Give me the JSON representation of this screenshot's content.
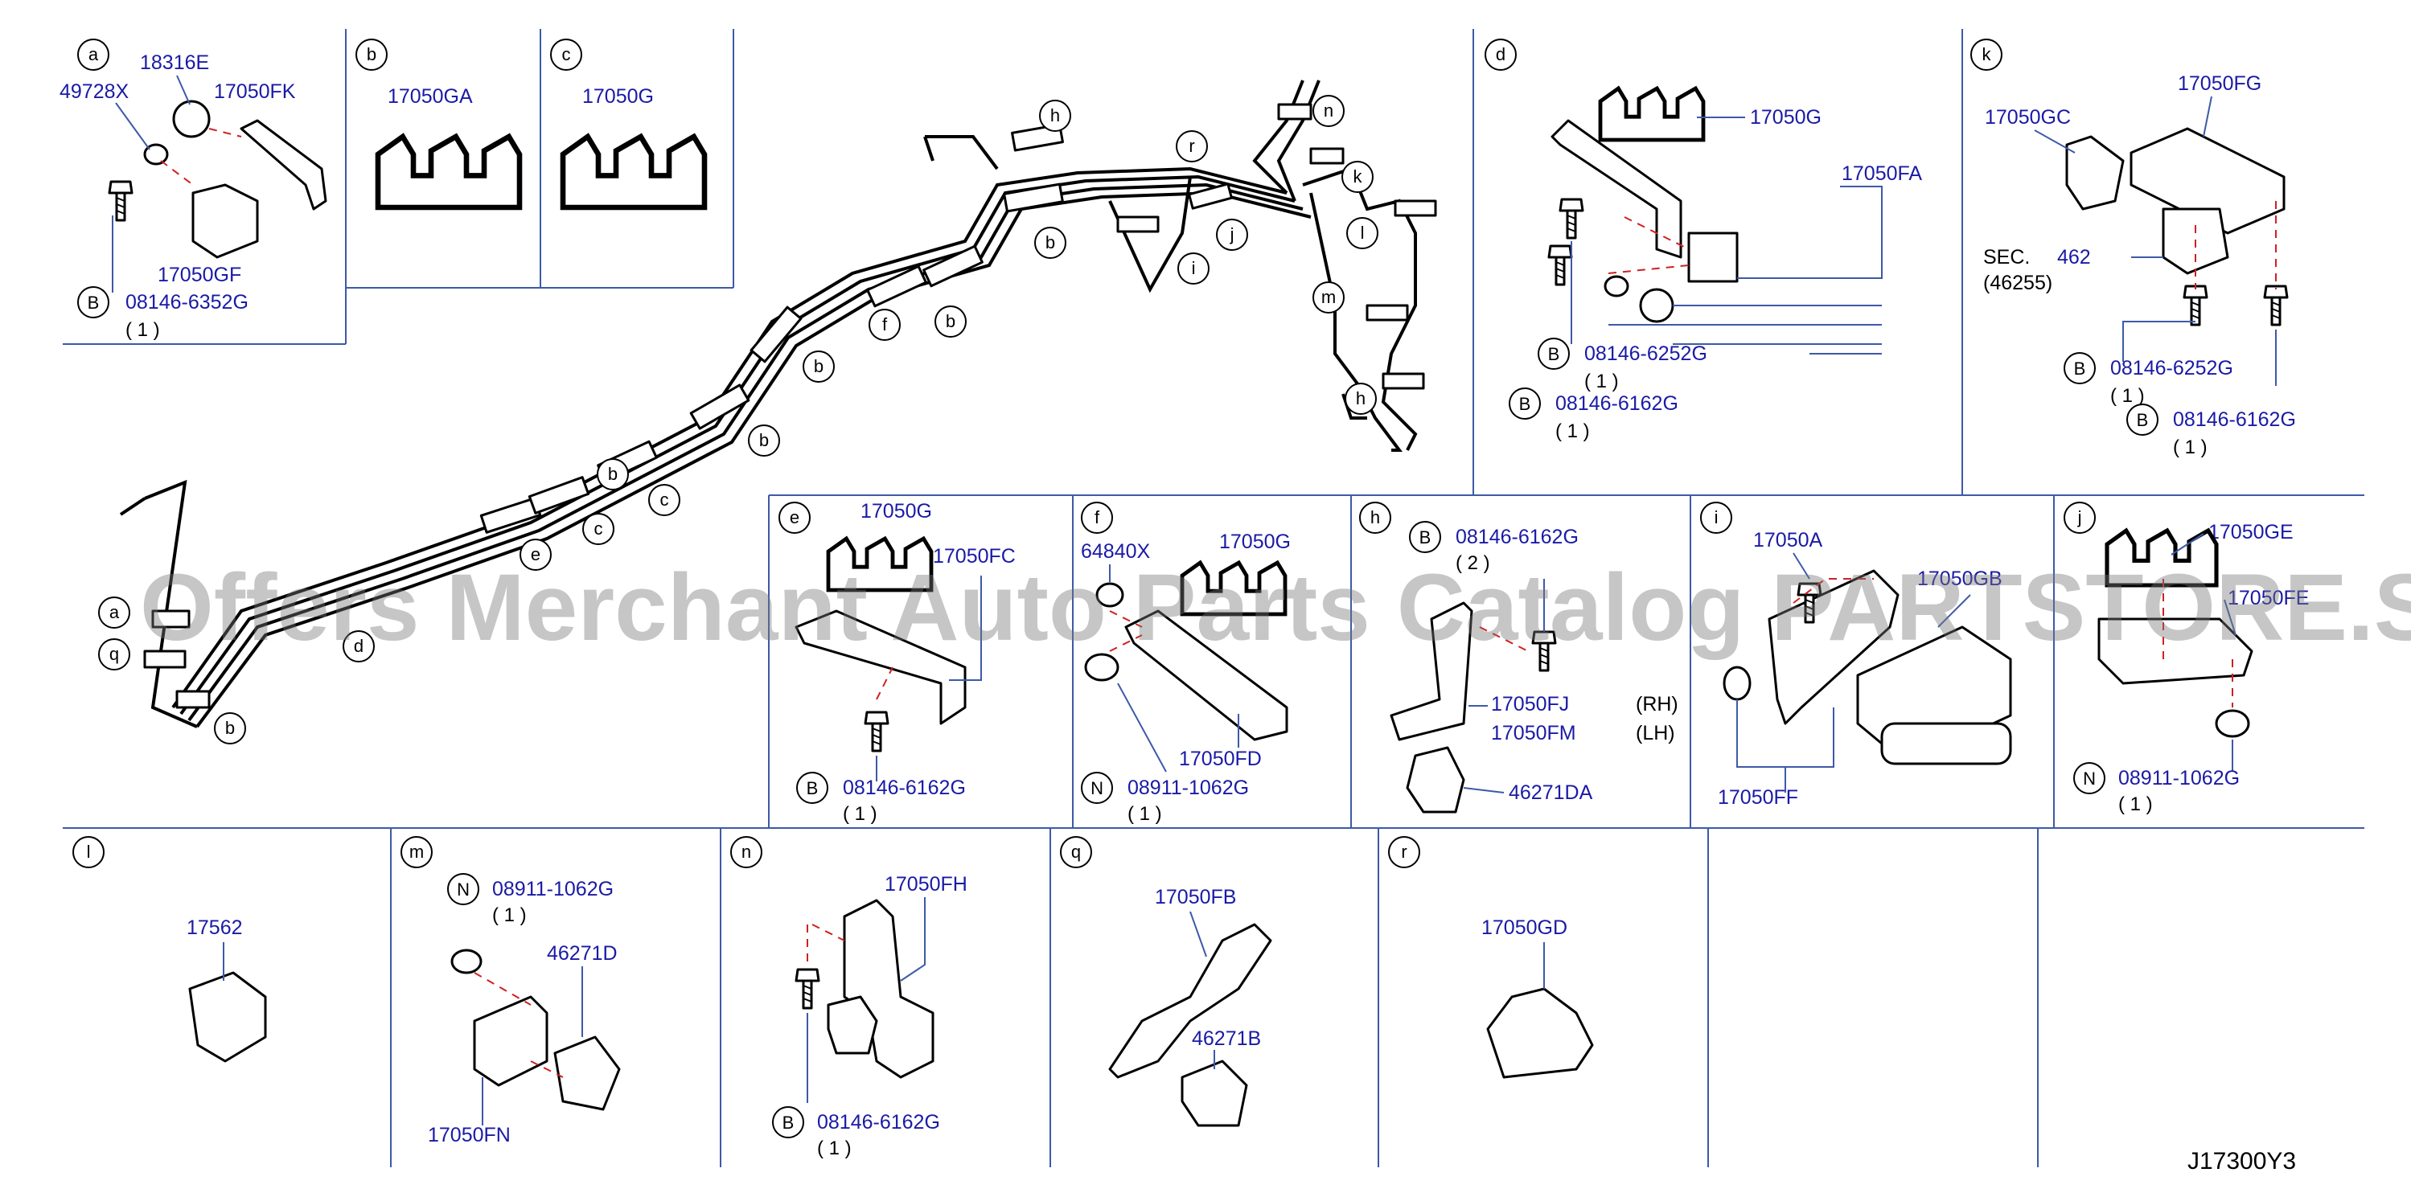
{
  "watermark": "Offers Merchant Auto Parts Catalog PARTSTORE.SA",
  "diagram_id": "J17300Y3",
  "overview_callouts": [
    "h",
    "n",
    "r",
    "k",
    "b",
    "j",
    "i",
    "l",
    "b",
    "f",
    "b",
    "m",
    "b",
    "h",
    "b",
    "c",
    "c",
    "e",
    "a",
    "q",
    "b",
    "d"
  ],
  "panels": {
    "a": {
      "letter": "a",
      "parts": [
        "18316E",
        "49728X",
        "17050FK",
        "17050GF"
      ],
      "bolt": {
        "prefix": "B",
        "code": "08146-6352G",
        "qty": "( 1 )"
      }
    },
    "b": {
      "letter": "b",
      "parts": [
        "17050GA"
      ]
    },
    "c": {
      "letter": "c",
      "parts": [
        "17050G"
      ]
    },
    "d": {
      "letter": "d",
      "parts": [
        "17050G",
        "17050FA"
      ],
      "bolts": [
        {
          "prefix": "B",
          "code": "08146-6252G",
          "qty": "( 1 )"
        },
        {
          "prefix": "B",
          "code": "08146-6162G",
          "qty": "( 1 )"
        }
      ]
    },
    "k": {
      "letter": "k",
      "parts": [
        "17050GC",
        "17050FG"
      ],
      "sec": "SEC.",
      "sec_num": "462",
      "sec_sub": "(46255)",
      "bolts": [
        {
          "prefix": "B",
          "code": "08146-6252G",
          "qty": "( 1 )"
        },
        {
          "prefix": "B",
          "code": "08146-6162G",
          "qty": "( 1 )"
        }
      ]
    },
    "e": {
      "letter": "e",
      "parts": [
        "17050G",
        "17050FC"
      ],
      "bolt": {
        "prefix": "B",
        "code": "08146-6162G",
        "qty": "( 1 )"
      }
    },
    "f": {
      "letter": "f",
      "parts": [
        "64840X",
        "17050G",
        "17050FD"
      ],
      "bolt": {
        "prefix": "N",
        "code": "08911-1062G",
        "qty": "( 1 )"
      }
    },
    "h": {
      "letter": "h",
      "parts": [
        "17050FJ",
        "17050FM",
        "46271DA"
      ],
      "sides": [
        "(RH)",
        "(LH)"
      ],
      "bolt": {
        "prefix": "B",
        "code": "08146-6162G",
        "qty": "( 2 )"
      }
    },
    "i": {
      "letter": "i",
      "parts": [
        "17050A",
        "17050GB",
        "17050FF"
      ]
    },
    "j": {
      "letter": "j",
      "parts": [
        "17050GE",
        "17050FE"
      ],
      "bolt": {
        "prefix": "N",
        "code": "08911-1062G",
        "qty": "( 1 )"
      }
    },
    "l": {
      "letter": "l",
      "parts": [
        "17562"
      ]
    },
    "m": {
      "letter": "m",
      "parts": [
        "46271D",
        "17050FN"
      ],
      "bolt": {
        "prefix": "N",
        "code": "08911-1062G",
        "qty": "( 1 )"
      }
    },
    "n": {
      "letter": "n",
      "parts": [
        "17050FH"
      ],
      "bolt": {
        "prefix": "B",
        "code": "08146-6162G",
        "qty": "( 1 )"
      }
    },
    "q": {
      "letter": "q",
      "parts": [
        "17050FB",
        "46271B"
      ]
    },
    "r": {
      "letter": "r",
      "parts": [
        "17050GD"
      ]
    }
  }
}
